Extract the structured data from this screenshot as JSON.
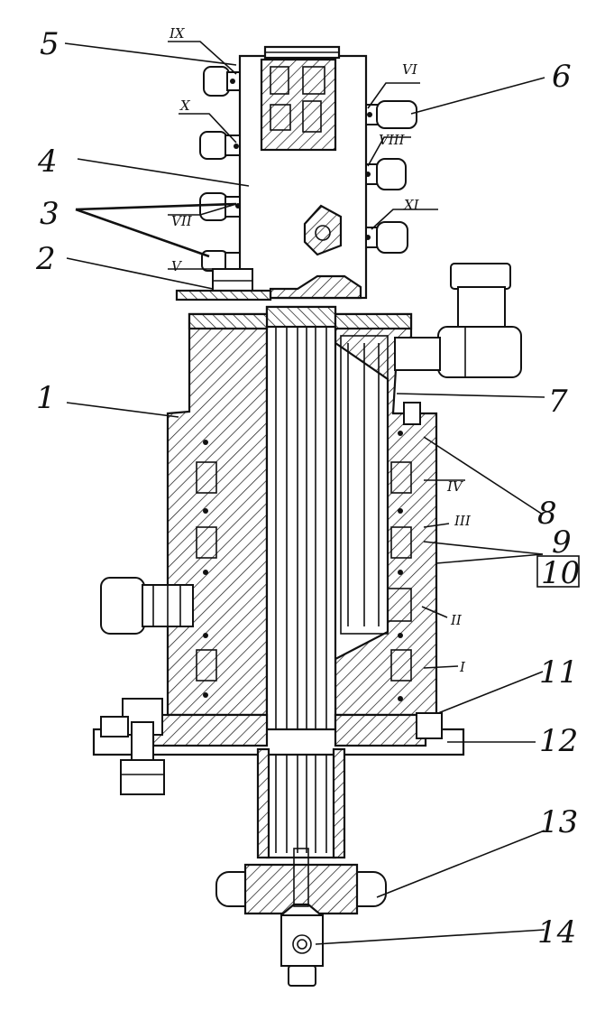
{
  "callouts": {
    "c1": "1",
    "c2": "2",
    "c3": "3",
    "c4": "4",
    "c5": "5",
    "c6": "6",
    "c7": "7",
    "c8": "8",
    "c9": "9",
    "c10": "10",
    "c11": "11",
    "c12": "12",
    "c13": "13",
    "c14": "14"
  },
  "ports": {
    "p_ix": "IX",
    "p_x": "X",
    "p_vii": "VII",
    "p_v": "V",
    "p_vi": "VI",
    "p_viii": "VIII",
    "p_xi": "XI",
    "p_iv": "IV",
    "p_iii": "III",
    "p_ii": "II",
    "p_i": "I"
  }
}
